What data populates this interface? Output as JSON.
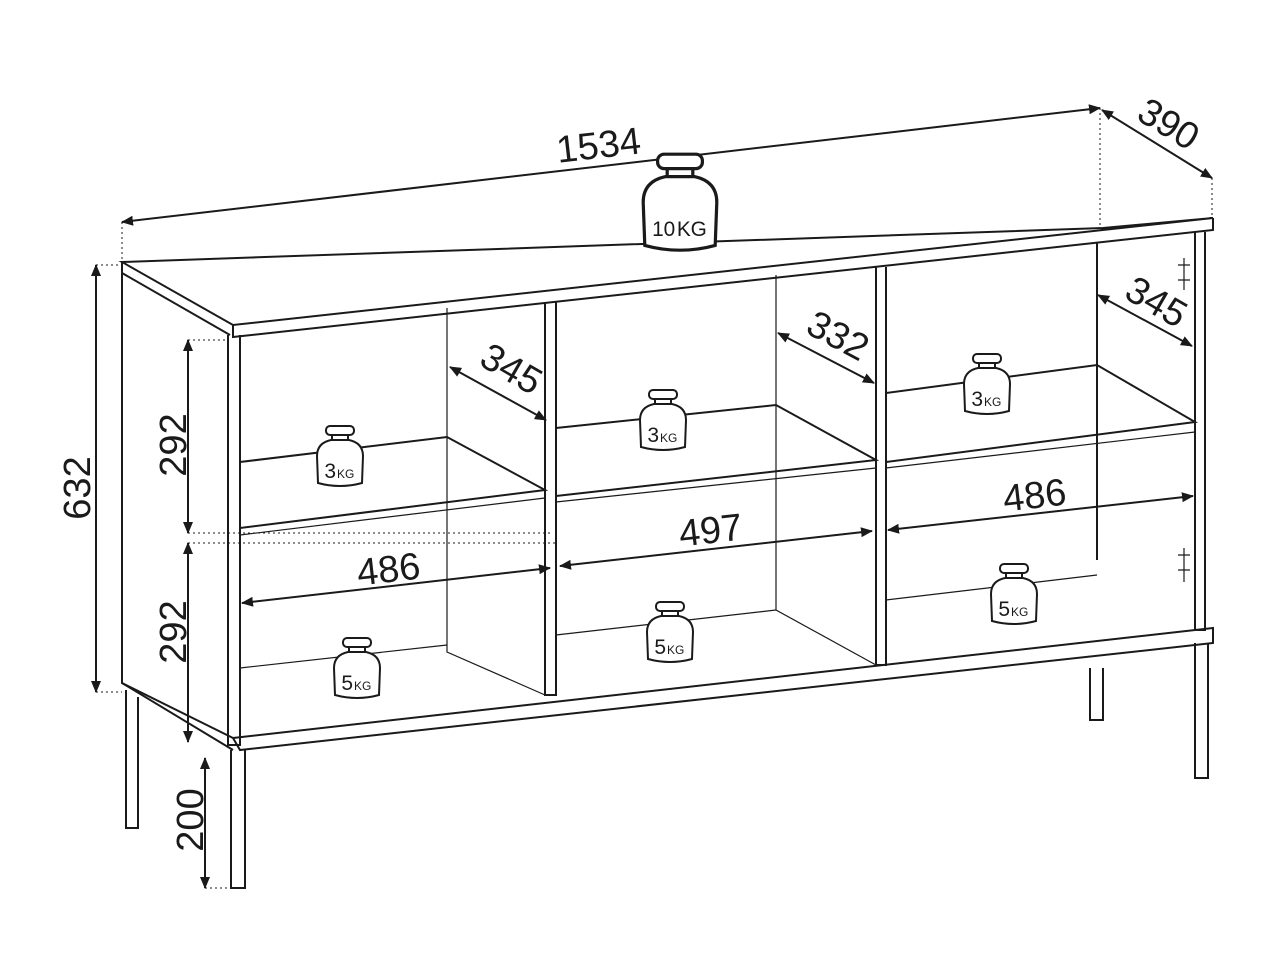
{
  "dimensions": {
    "width": "1534",
    "depth": "390",
    "height": "632",
    "upper_shelf_height": "292",
    "lower_shelf_height": "292",
    "leg_height": "200",
    "depth_left_upper": "345",
    "depth_middle_upper": "332",
    "depth_right_upper": "345",
    "width_left_compartment": "486",
    "width_middle_compartment": "497",
    "width_right_compartment": "486"
  },
  "weights": {
    "top": {
      "num": "10",
      "unit": "KG"
    },
    "upper_left": {
      "num": "3",
      "unit": "KG"
    },
    "upper_middle": {
      "num": "3",
      "unit": "KG"
    },
    "upper_right": {
      "num": "3",
      "unit": "KG"
    },
    "lower_left": {
      "num": "5",
      "unit": "KG"
    },
    "lower_middle": {
      "num": "5",
      "unit": "KG"
    },
    "lower_right": {
      "num": "5",
      "unit": "KG"
    }
  },
  "colors": {
    "line": "#1a1a1a",
    "background": "#ffffff"
  }
}
